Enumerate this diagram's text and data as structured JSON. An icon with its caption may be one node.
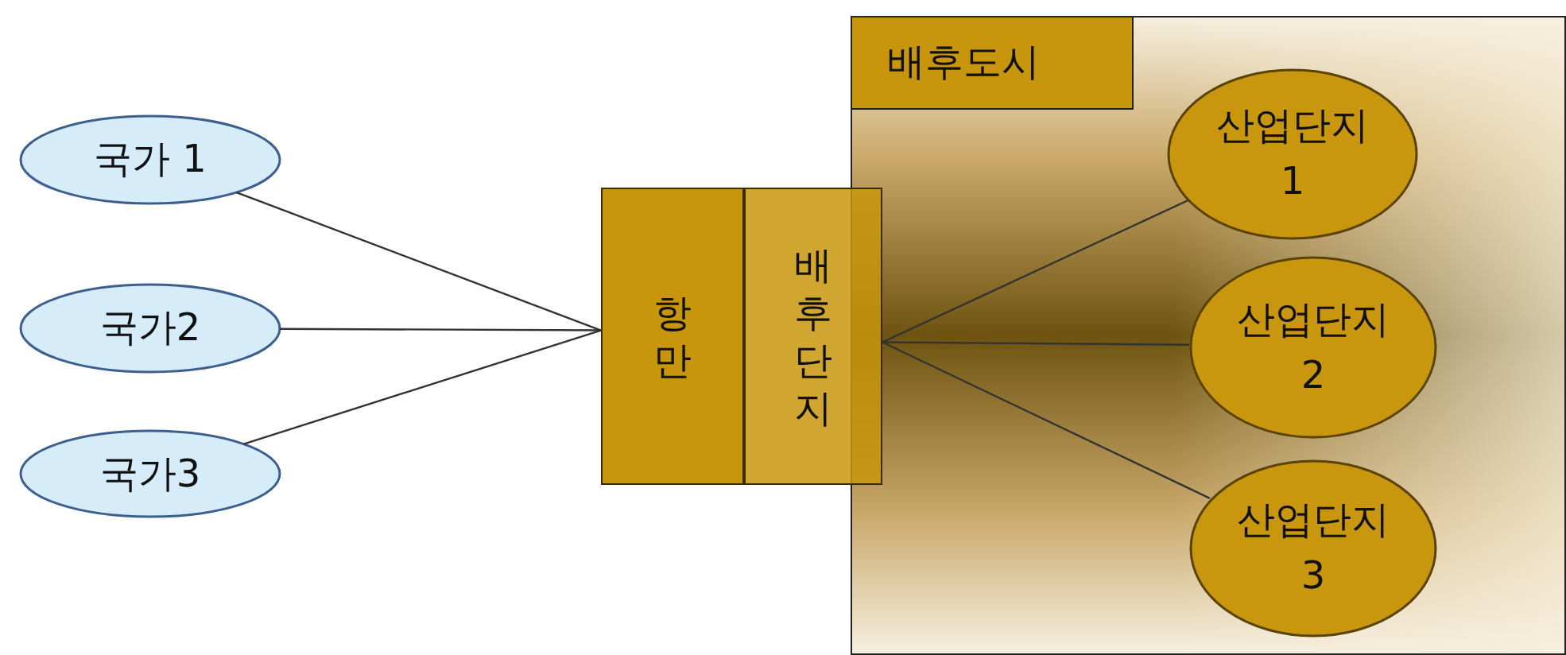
{
  "diagram": {
    "nodes": [
      {
        "text": [
          "국가 1"
        ]
      },
      {
        "text": [
          "국가2"
        ]
      },
      {
        "text": [
          "국가3"
        ]
      },
      {
        "text": [
          "배후도시"
        ]
      },
      {
        "text": [
          "항만"
        ]
      },
      {
        "text": [
          "배후단지"
        ]
      },
      {
        "text": [
          "산업단지 1"
        ],
        "in": 3
      },
      {
        "text": [
          "산업단지 2"
        ],
        "in": 3
      },
      {
        "text": [
          "산업단지 3"
        ],
        "in": 3
      }
    ],
    "edges": [
      {
        "from": 0,
        "to": 4,
        "arrow": "none"
      },
      {
        "from": 1,
        "to": 4,
        "arrow": "none"
      },
      {
        "from": 2,
        "to": 4,
        "arrow": "none"
      },
      {
        "from": 5,
        "to": 6,
        "arrow": "none"
      },
      {
        "from": 5,
        "to": 7,
        "arrow": "none"
      },
      {
        "from": 5,
        "to": 8,
        "arrow": "none"
      }
    ]
  }
}
